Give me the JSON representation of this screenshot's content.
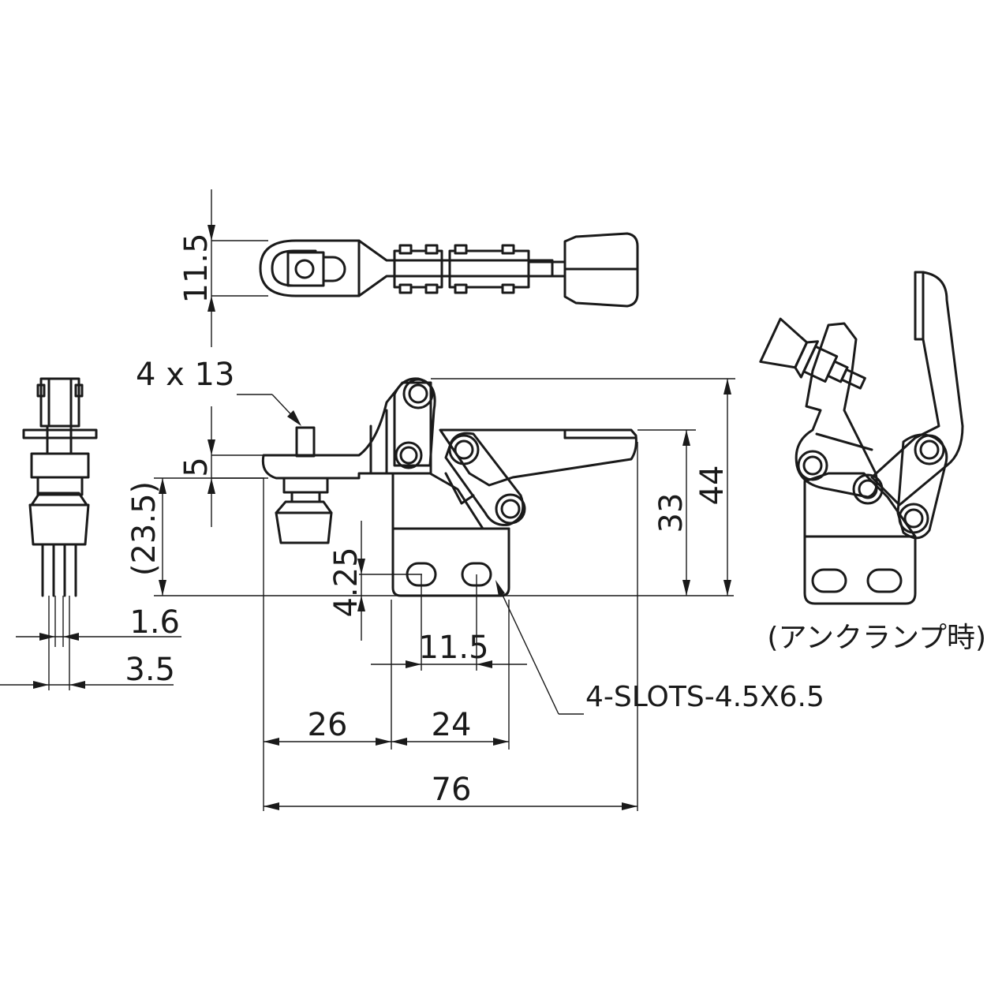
{
  "dimensions": {
    "top_width": "11.5",
    "pin_spec": "4 x 13",
    "offset_5": "5",
    "height_23_5": "(23.5)",
    "slot_height": "4.25",
    "slot_pitch": "11.5",
    "width_1_6": "1.6",
    "width_3_5": "3.5",
    "len_26": "26",
    "len_24": "24",
    "total_76": "76",
    "height_33": "33",
    "height_44": "44"
  },
  "notes": {
    "slots": "4-SLOTS-4.5X6.5",
    "unclamp": "(アンクランプ時)"
  }
}
